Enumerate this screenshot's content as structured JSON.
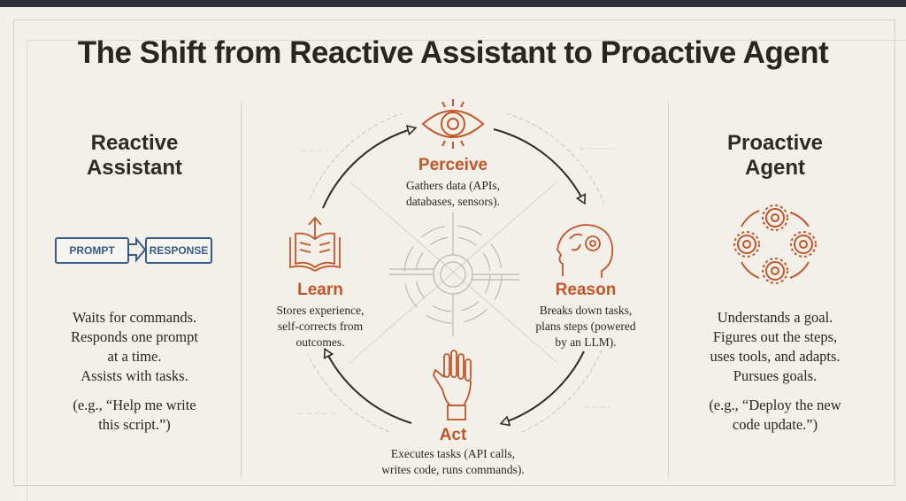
{
  "title": "The Shift from Reactive Assistant to Proactive Agent",
  "reactive": {
    "heading_line1": "Reactive",
    "heading_line2": "Assistant",
    "prompt_label": "PROMPT",
    "response_label": "RESPONSE",
    "lines": [
      "Waits for commands.",
      "Responds one prompt",
      "at a time.",
      "Assists with tasks."
    ],
    "example_lines": [
      "(e.g., “Help me write",
      "this script.”)"
    ]
  },
  "cycle": {
    "perceive": {
      "label": "Perceive",
      "desc": [
        "Gathers data (APIs,",
        "databases, sensors)."
      ],
      "icon": "eye-icon"
    },
    "reason": {
      "label": "Reason",
      "desc": [
        "Breaks down tasks,",
        "plans steps (powered",
        "by an LLM)."
      ],
      "icon": "brain-gear-icon"
    },
    "act": {
      "label": "Act",
      "desc": [
        "Executes tasks (API calls,",
        "writes code, runs commands)."
      ],
      "icon": "robot-hand-icon"
    },
    "learn": {
      "label": "Learn",
      "desc": [
        "Stores experience,",
        "self-corrects from",
        "outcomes."
      ],
      "icon": "book-icon"
    }
  },
  "proactive": {
    "heading_line1": "Proactive",
    "heading_line2": "Agent",
    "lines": [
      "Understands a goal.",
      "Figures out the steps,",
      "uses tools, and adapts.",
      "Pursues goals."
    ],
    "example_lines": [
      "(e.g., “Deploy the new",
      "code update.”)"
    ]
  },
  "colors": {
    "accent": "#c2552a",
    "blue": "#3a5a86",
    "background": "#f3f0e9",
    "text": "#2a2622"
  }
}
